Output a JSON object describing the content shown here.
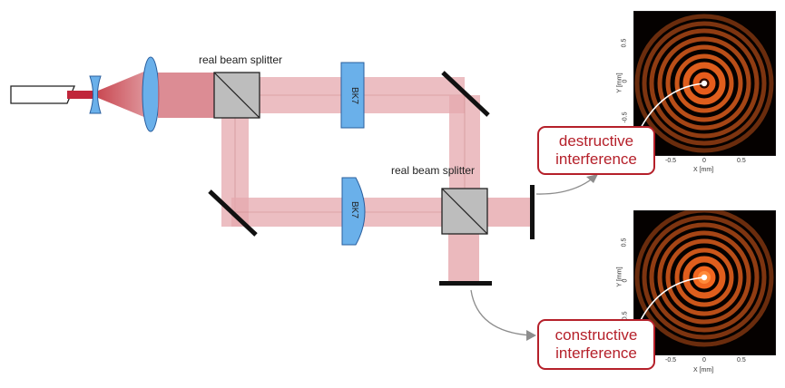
{
  "labels": {
    "splitter_top": "real beam splitter",
    "splitter_bottom": "real beam splitter",
    "bk7_top": "BK7",
    "bk7_bottom": "BK7"
  },
  "callouts": {
    "destructive": [
      "destructive",
      "interference"
    ],
    "constructive": [
      "constructive",
      "interference"
    ]
  },
  "plots": {
    "top": {
      "xlabel": "X [mm]",
      "ylabel": "Y [mm]",
      "xticks": [
        "-0.5",
        "0",
        "0.5"
      ],
      "yticks": [
        "0.5",
        "0",
        "-0.5"
      ]
    },
    "bottom": {
      "xlabel": "X [mm]",
      "ylabel": "Y [mm]",
      "xticks": [
        "-0.5",
        "0",
        "0.5"
      ],
      "yticks": [
        "0.5",
        "0",
        "-0.5"
      ]
    }
  },
  "colors": {
    "beam": "#e6a8ad",
    "beam_dark": "#c43842",
    "optic_blue": "#6ab0ea",
    "splitter_gray": "#bdbdbd",
    "accent_red": "#b5202a"
  }
}
